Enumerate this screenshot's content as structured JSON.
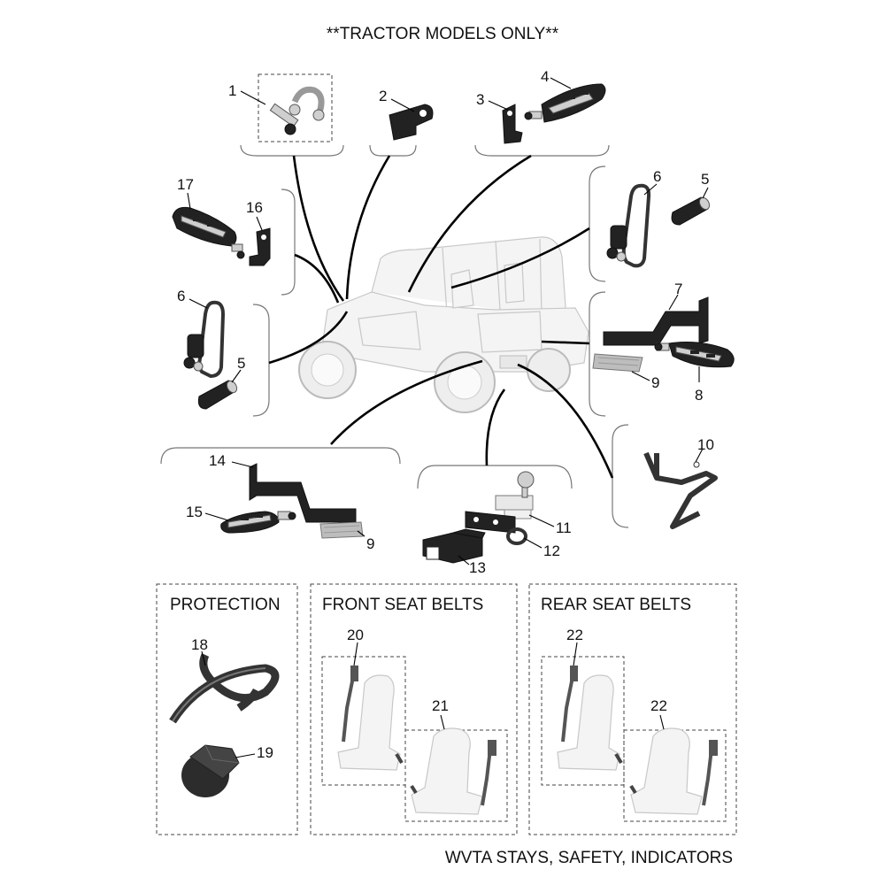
{
  "header": {
    "title": "**TRACTOR MODELS ONLY**"
  },
  "footer": {
    "caption": "WVTA STAYS, SAFETY, INDICATORS"
  },
  "sections": {
    "protection": "PROTECTION",
    "front_seat_belts": "FRONT SEAT BELTS",
    "rear_seat_belts": "REAR SEAT BELTS"
  },
  "callouts": {
    "c1": "1",
    "c2": "2",
    "c3": "3",
    "c4": "4",
    "c5a": "5",
    "c6a": "6",
    "c17": "17",
    "c16": "16",
    "c6b": "6",
    "c5b": "5",
    "c7": "7",
    "c9a": "9",
    "c8": "8",
    "c10": "10",
    "c14": "14",
    "c15": "15",
    "c9b": "9",
    "c11": "11",
    "c12": "12",
    "c13": "13",
    "c18": "18",
    "c19": "19",
    "c20": "20",
    "c21": "21",
    "c22a": "22",
    "c22b": "22"
  }
}
